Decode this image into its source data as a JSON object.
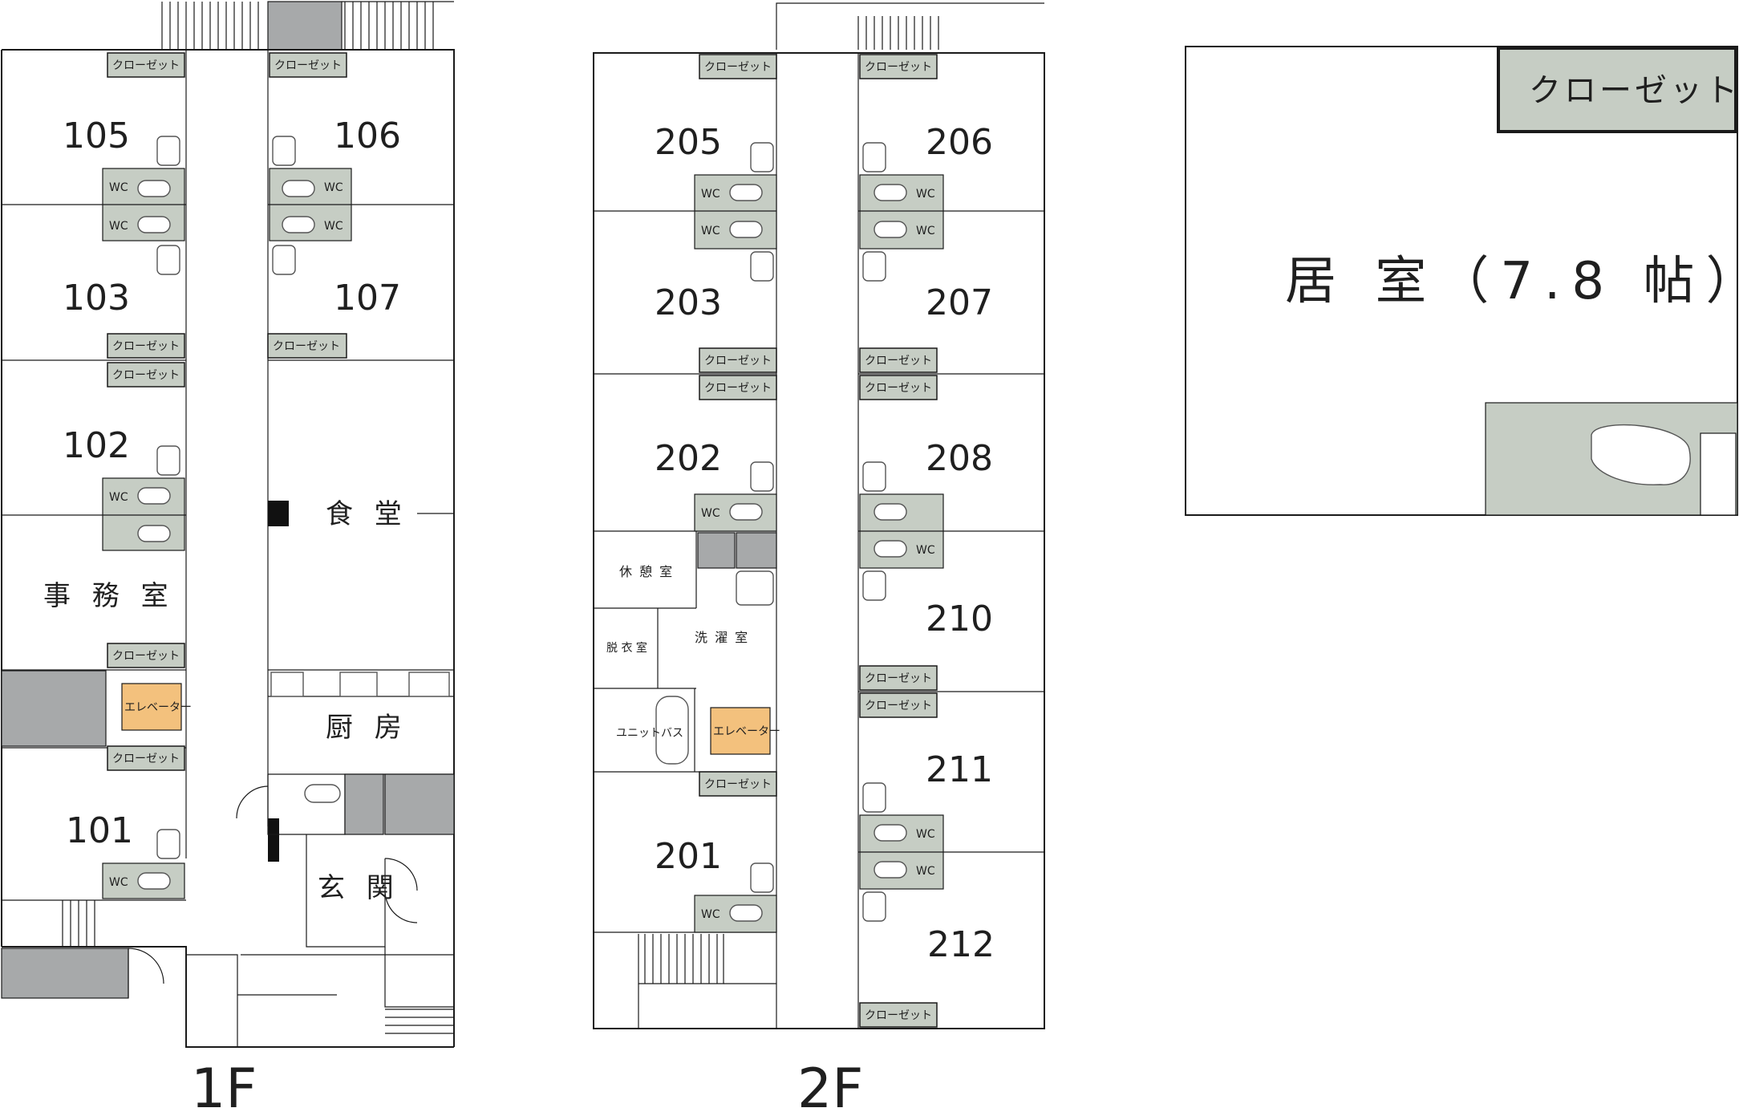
{
  "floors": {
    "first": "1F",
    "second": "2F"
  },
  "labels": {
    "closet": "クローゼット",
    "wc": "WC",
    "elevator": "エレベーター",
    "office": "事 務 室",
    "dining": "食 堂",
    "kitchen": "厨 房",
    "entrance": "玄 関",
    "lounge": "休 憩 室",
    "laundry": "洗 濯 室",
    "dressing": "脱 衣 室",
    "unit_bath": "ユニットバス"
  },
  "rooms_1f": [
    "105",
    "106",
    "103",
    "107",
    "102",
    "101"
  ],
  "rooms_2f": [
    "205",
    "206",
    "203",
    "207",
    "202",
    "208",
    "210",
    "211",
    "201",
    "212"
  ],
  "detail": {
    "room": "居 室（7.8 帖）",
    "closet": "クローゼット"
  }
}
